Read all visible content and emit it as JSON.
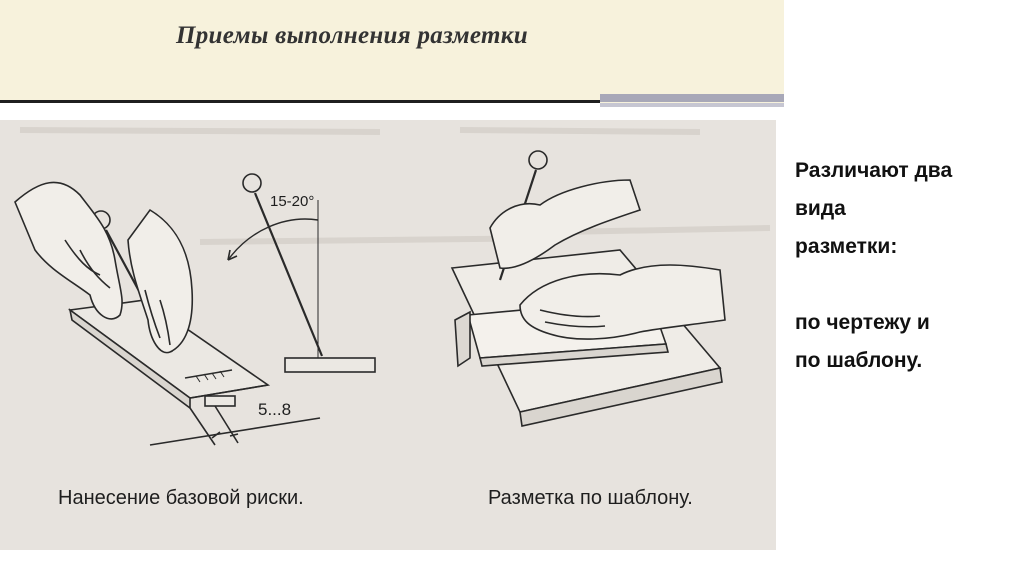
{
  "header": {
    "title": "Приемы выполнения разметки"
  },
  "figure": {
    "angle_label": "15-20°",
    "dimension_label": "5...8",
    "caption_left": "Нанесение базовой риски.",
    "caption_right": "Разметка по шаблону."
  },
  "side_text": {
    "line1": "Различают два",
    "line2": "вида",
    "line3": "разметки:",
    "line4": "по чертежу и",
    "line5": "по шаблону."
  }
}
